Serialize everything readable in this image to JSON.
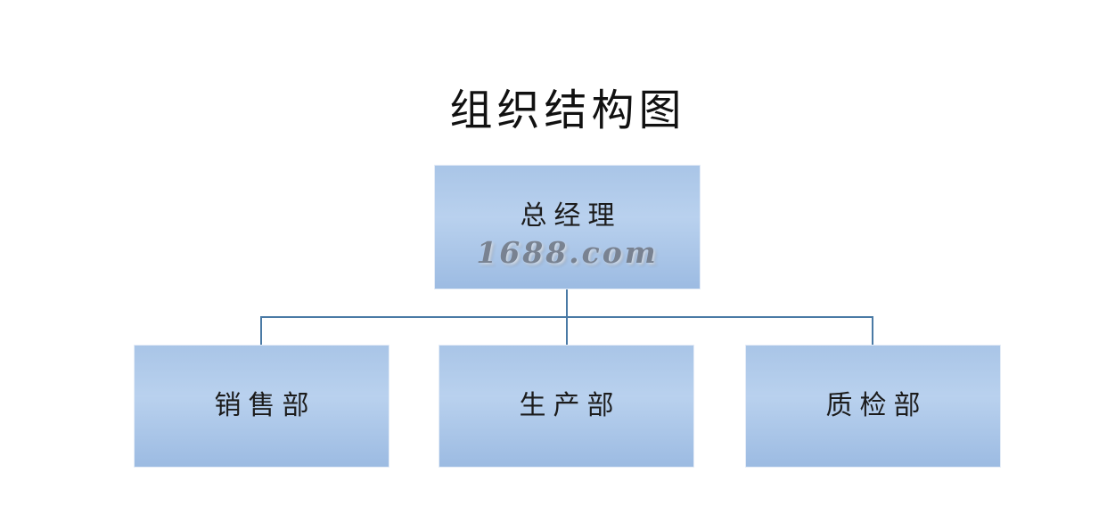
{
  "title": "组织结构图",
  "org": {
    "root": {
      "label": "总经理",
      "watermark": "1688.com"
    },
    "departments": [
      {
        "label": "销售部"
      },
      {
        "label": "生产部"
      },
      {
        "label": "质检部"
      }
    ]
  },
  "colors": {
    "page_bg": "#ffffff",
    "title_text": "#111111",
    "box_fill_top": "#a9c5e7",
    "box_fill_mid": "#b9d1ee",
    "box_fill_bottom": "#9cbbe2",
    "box_border": "#e4ecf7",
    "box_text": "#1c1c1c",
    "connector": "#4a7aa5",
    "watermark_text": "#6d727c"
  }
}
